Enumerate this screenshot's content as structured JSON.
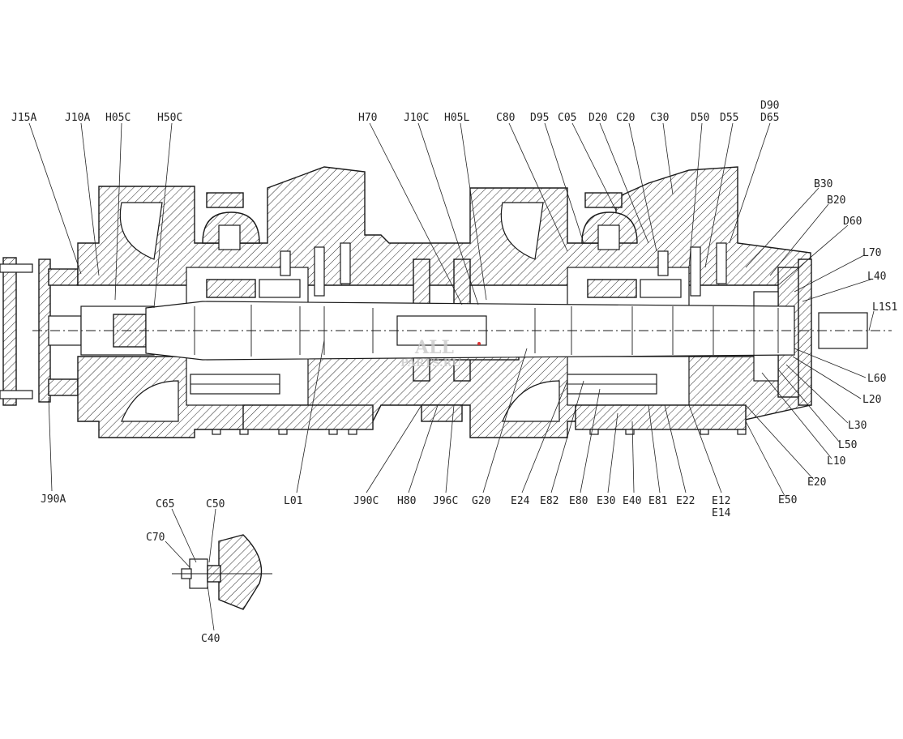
{
  "labels_top": [
    "J15A",
    "J10A",
    "H05C",
    "H50C",
    "H70",
    "J10C",
    "H05L",
    "C80",
    "D95",
    "C05",
    "D20",
    "C20",
    "C30",
    "D50",
    "D55",
    "D90",
    "D65"
  ],
  "labels_right": [
    "B30",
    "B20",
    "D60",
    "L70",
    "L40",
    "L1S1",
    "L60",
    "L20",
    "L30",
    "L50",
    "L10",
    "E20",
    "E50"
  ],
  "labels_bottom": [
    "J90A",
    "L01",
    "J90C",
    "H80",
    "J96C",
    "G20",
    "E24",
    "E82",
    "E80",
    "E30",
    "E40",
    "E81",
    "E22",
    "E12",
    "E14"
  ],
  "labels_detail": [
    "C65",
    "C50",
    "C70",
    "C40"
  ],
  "watermark": {
    "line1": "ALL",
    "line2": "PARTS.RU"
  }
}
